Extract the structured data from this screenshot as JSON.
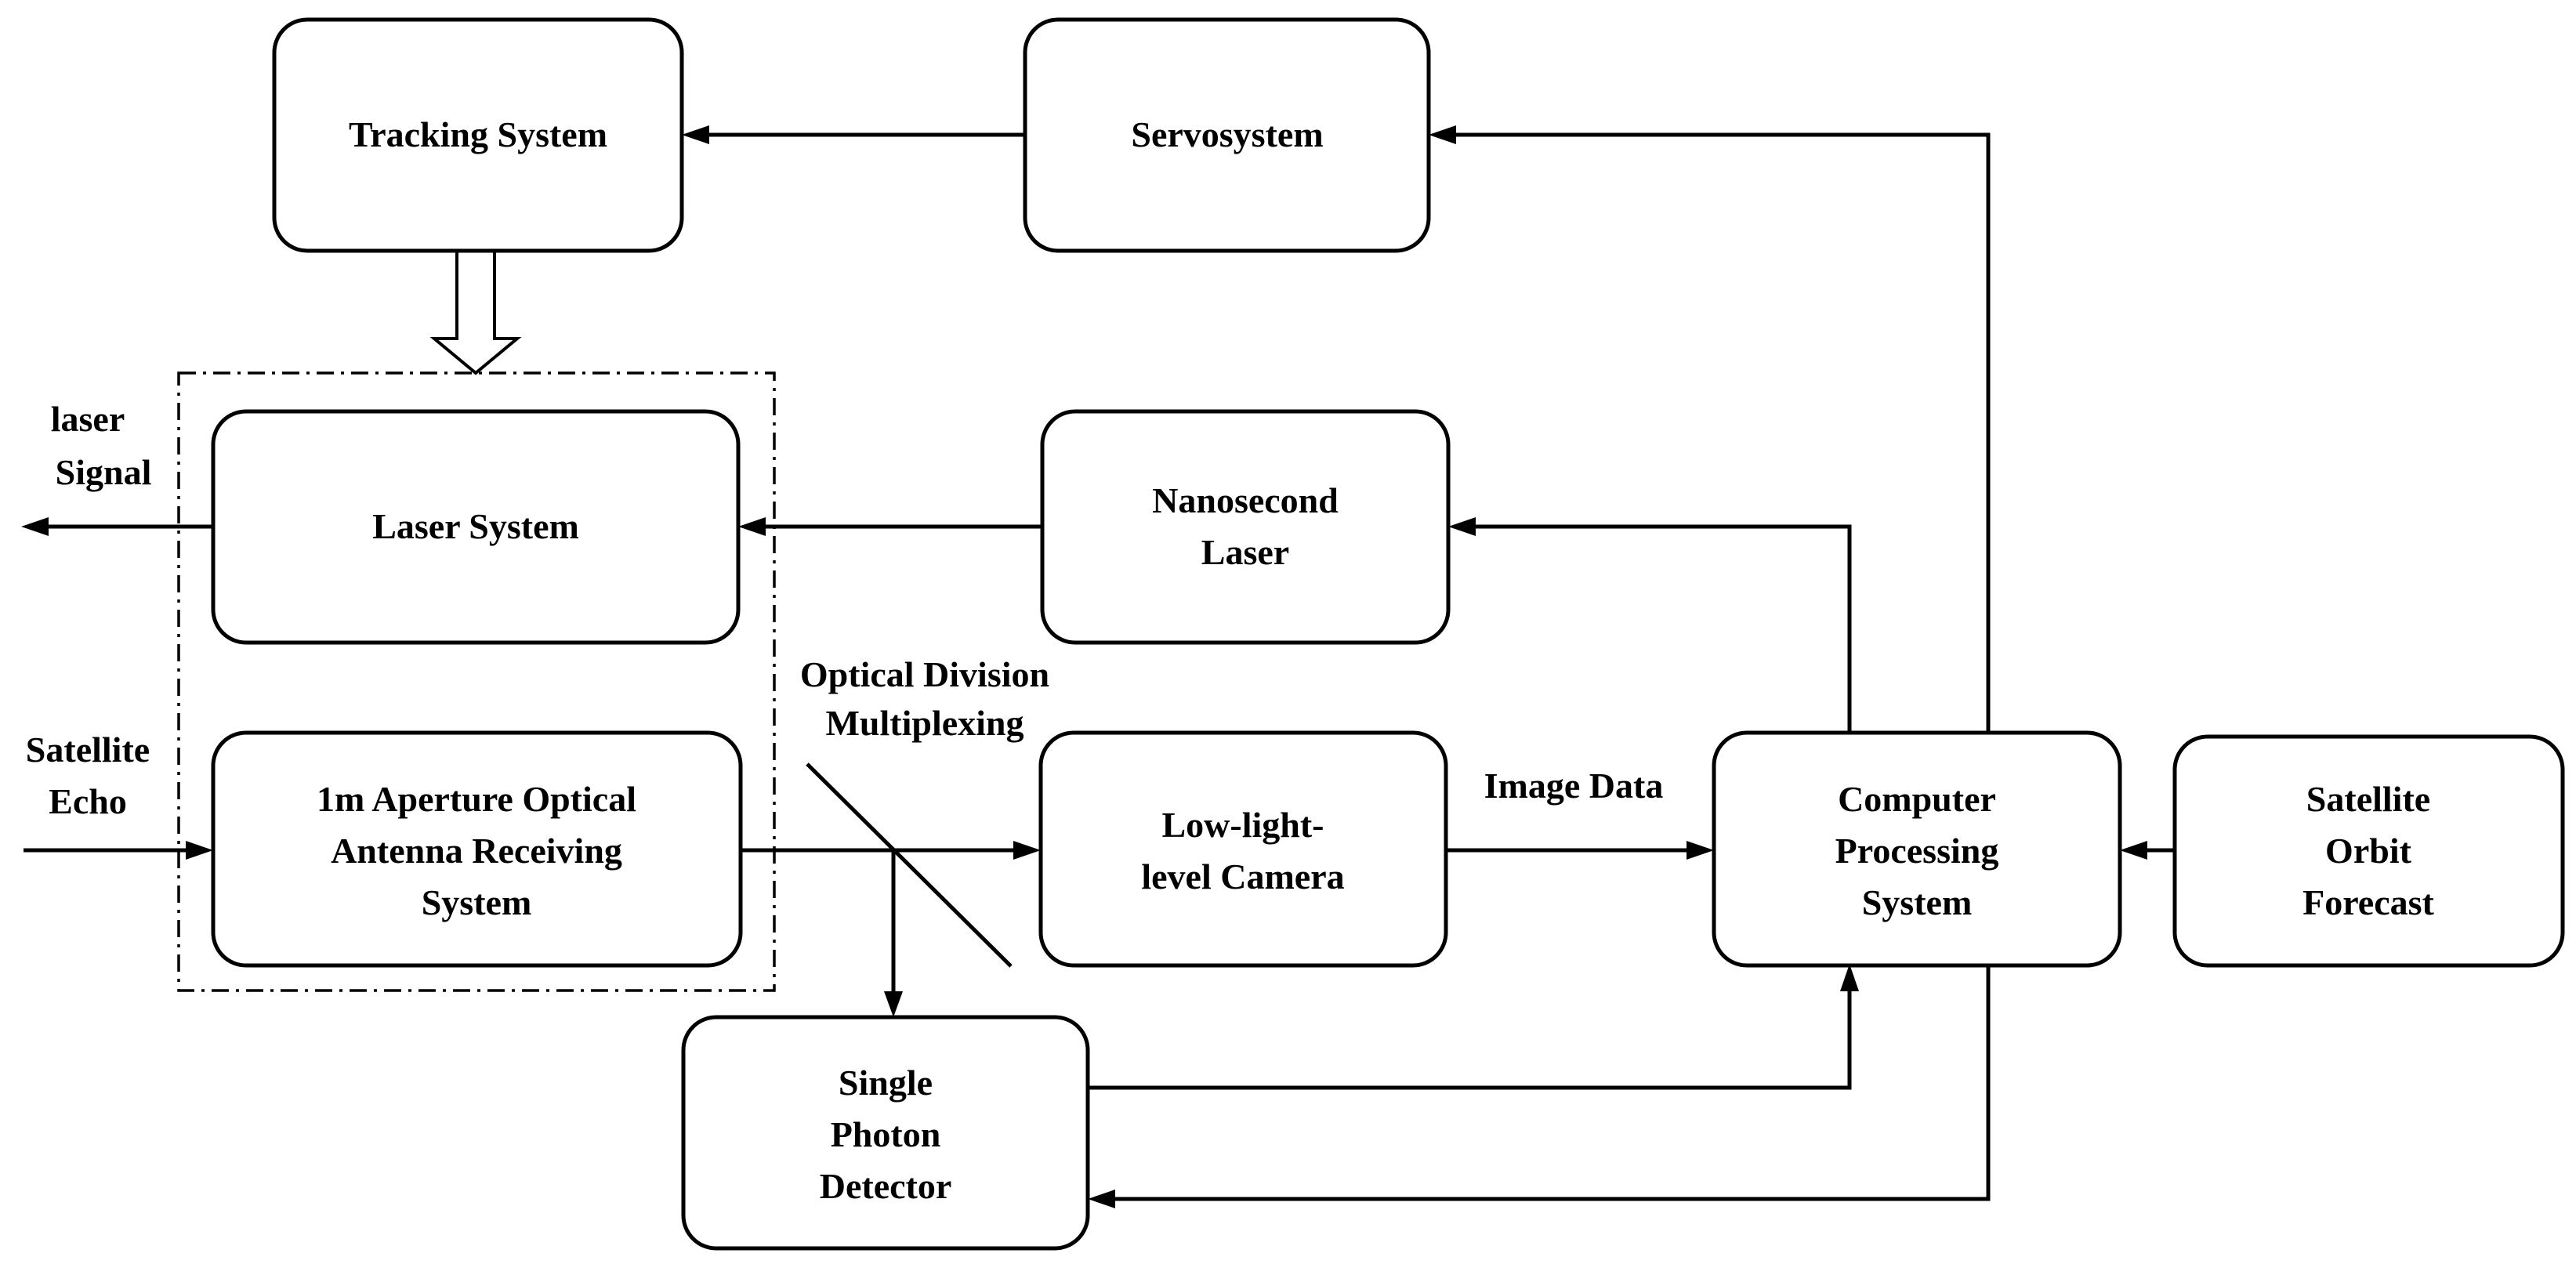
{
  "diagram": {
    "nodes": {
      "tracking_system": [
        "Tracking System"
      ],
      "servosystem": [
        "Servosystem"
      ],
      "laser_system": [
        "Laser System"
      ],
      "nanosecond_laser": [
        "Nanosecond",
        "Laser"
      ],
      "antenna": [
        "1m Aperture Optical",
        "Antenna Receiving",
        "System"
      ],
      "camera": [
        "Low-light-",
        "level Camera"
      ],
      "computer": [
        "Computer",
        "Processing",
        "System"
      ],
      "orbit_forecast": [
        "Satellite",
        "Orbit",
        "Forecast"
      ],
      "photon_detector": [
        "Single",
        "Photon",
        "Detector"
      ]
    },
    "labels": {
      "laser_signal": [
        "laser",
        "Signal"
      ],
      "satellite_echo": [
        "Satellite",
        "Echo"
      ],
      "optical_division": [
        "Optical Division",
        "Multiplexing"
      ],
      "image_data": [
        "Image Data"
      ]
    },
    "edges": [
      {
        "from": "servosystem",
        "to": "tracking_system"
      },
      {
        "from": "computer",
        "to": "servosystem"
      },
      {
        "from": "tracking_system",
        "to": "laser_antenna_group",
        "style": "hollow"
      },
      {
        "from": "nanosecond_laser",
        "to": "laser_system"
      },
      {
        "from": "computer",
        "to": "nanosecond_laser"
      },
      {
        "from": "laser_system",
        "to": "laser_signal"
      },
      {
        "from": "satellite_echo",
        "to": "antenna"
      },
      {
        "from": "antenna",
        "to": "camera"
      },
      {
        "from": "antenna",
        "to": "photon_detector"
      },
      {
        "from": "camera",
        "to": "computer"
      },
      {
        "from": "orbit_forecast",
        "to": "computer"
      },
      {
        "from": "photon_detector",
        "to": "computer"
      },
      {
        "from": "computer",
        "to": "photon_detector"
      }
    ]
  }
}
